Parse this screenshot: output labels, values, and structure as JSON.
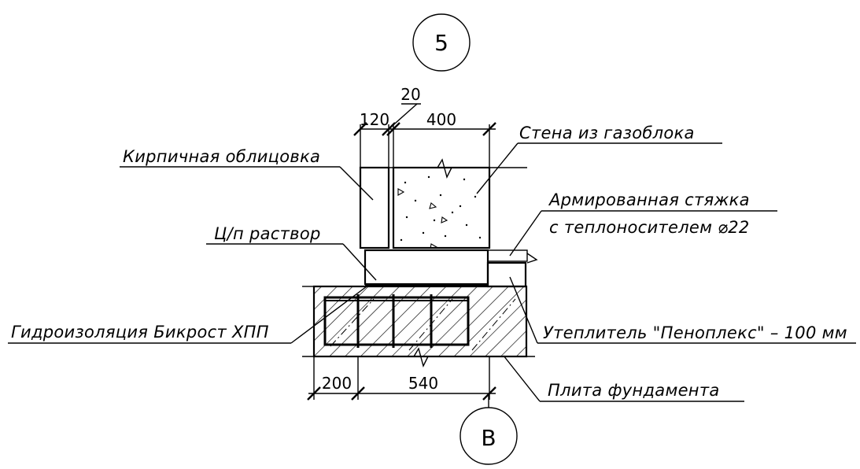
{
  "axes": {
    "top": "5",
    "bottom": "В"
  },
  "dimensions": {
    "top": {
      "brick": "120",
      "gap": "20",
      "wall": "400"
    },
    "bottom": {
      "left": "200",
      "right": "540"
    }
  },
  "labels": {
    "brick_facing": "Кирпичная облицовка",
    "mortar": "Ц/п раствор",
    "waterproofing": "Гидроизоляция Бикрост ХПП",
    "wall": "Стена из газоблока",
    "screed_line1": "Армированная стяжка",
    "screed_line2": "с теплоносителем ⌀22",
    "insulation": "Утеплитель \"Пеноплекс\" – 100 мм",
    "slab": "Плита фундамента"
  }
}
